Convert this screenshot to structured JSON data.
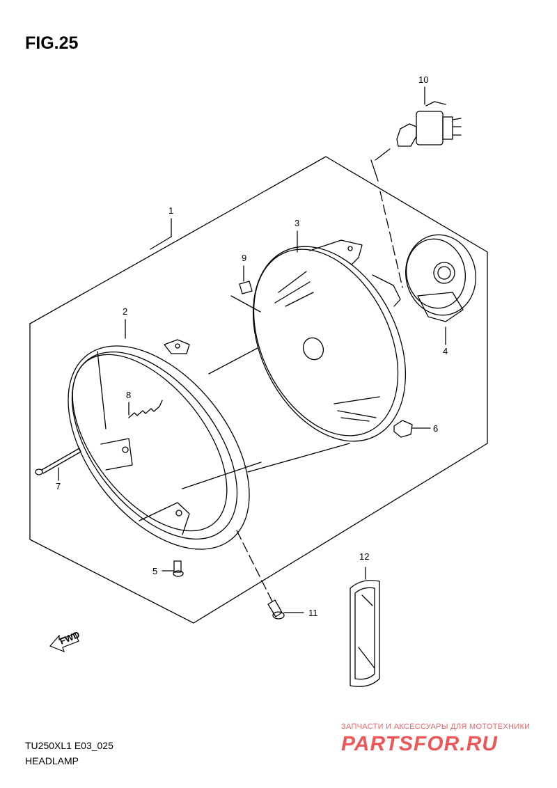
{
  "figure": {
    "title": "FIG.25"
  },
  "footer": {
    "model_code": "TU250XL1 E03_025",
    "section_name": "HEADLAMP"
  },
  "watermark": {
    "tagline": "ЗАПЧАСТИ И АКСЕССУАРЫ ДЛЯ МОТОТЕХНИКИ",
    "brand": "PARTSFOR.RU"
  },
  "callouts": {
    "c1": "1",
    "c2": "2",
    "c3": "3",
    "c4": "4",
    "c5": "5",
    "c6": "6",
    "c7": "7",
    "c8": "8",
    "c9": "9",
    "c10": "10",
    "c11": "11",
    "c12": "12"
  },
  "direction_arrow": {
    "label": "FWD"
  },
  "colors": {
    "line": "#000000",
    "watermark": "#e53030",
    "background": "#ffffff"
  }
}
